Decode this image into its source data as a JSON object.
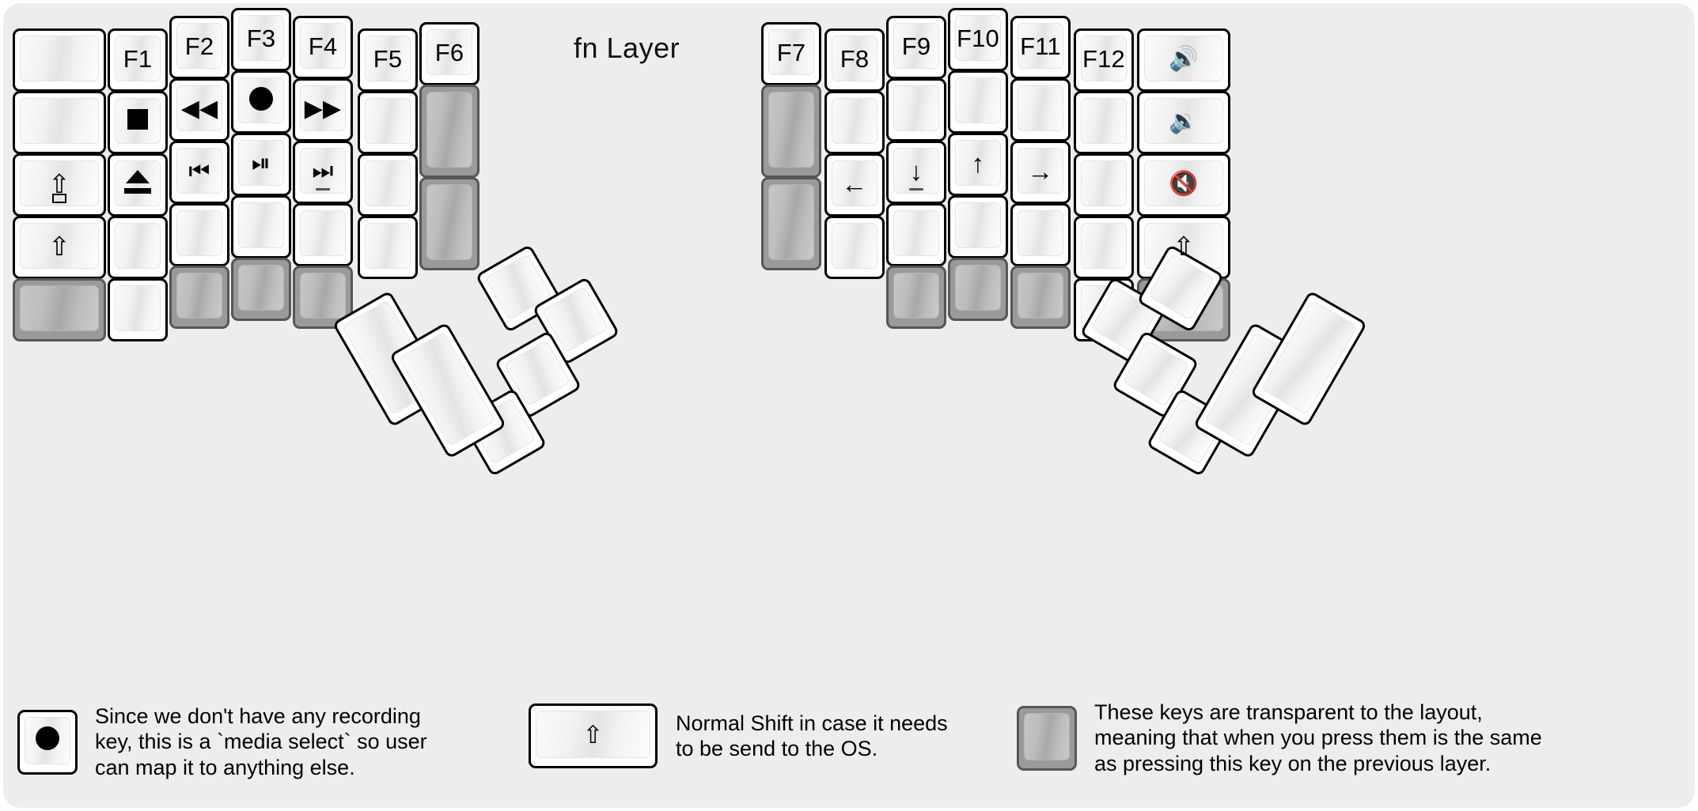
{
  "title": "fn Layer",
  "colors": {
    "plate_background": "#ededed",
    "key_border": "#000000",
    "key_face": "#ffffff",
    "transparent_key": "#9a9a9a",
    "legend_text": "#000000"
  },
  "left_half": {
    "columns": [
      {
        "name": "col-pinky-outer",
        "keys": [
          {
            "label": "",
            "icon": "",
            "transparent": false
          },
          {
            "label": "",
            "icon": "",
            "transparent": false
          },
          {
            "label": "",
            "icon": "caps-lock-shift-icon",
            "transparent": false
          },
          {
            "label": "",
            "icon": "shift-icon",
            "transparent": false
          },
          {
            "label": "",
            "icon": "",
            "transparent": true
          }
        ]
      },
      {
        "name": "col-pinky",
        "keys": [
          {
            "label": "F1",
            "icon": "",
            "transparent": false
          },
          {
            "label": "",
            "icon": "media-stop-icon",
            "transparent": false
          },
          {
            "label": "",
            "icon": "media-eject-icon",
            "transparent": false
          },
          {
            "label": "",
            "icon": "",
            "transparent": false
          },
          {
            "label": "",
            "icon": "",
            "transparent": false
          }
        ]
      },
      {
        "name": "col-ring",
        "keys": [
          {
            "label": "F2",
            "icon": "",
            "transparent": false
          },
          {
            "label": "",
            "icon": "media-rewind-icon",
            "transparent": false
          },
          {
            "label": "",
            "icon": "media-previous-icon",
            "transparent": false
          },
          {
            "label": "",
            "icon": "",
            "transparent": false
          },
          {
            "label": "",
            "icon": "",
            "transparent": true
          }
        ]
      },
      {
        "name": "col-middle",
        "keys": [
          {
            "label": "F3",
            "icon": "",
            "transparent": false
          },
          {
            "label": "",
            "icon": "media-record-icon",
            "transparent": false
          },
          {
            "label": "",
            "icon": "media-play-pause-icon",
            "transparent": false
          },
          {
            "label": "",
            "icon": "",
            "transparent": false
          },
          {
            "label": "",
            "icon": "",
            "transparent": true
          }
        ]
      },
      {
        "name": "col-index",
        "keys": [
          {
            "label": "F4",
            "icon": "",
            "transparent": false
          },
          {
            "label": "",
            "icon": "media-fast-forward-icon",
            "transparent": false
          },
          {
            "label": "",
            "icon": "media-next-icon",
            "transparent": false,
            "underline": true
          },
          {
            "label": "",
            "icon": "",
            "transparent": false
          },
          {
            "label": "",
            "icon": "",
            "transparent": true
          }
        ]
      },
      {
        "name": "col-index-inner",
        "keys": [
          {
            "label": "F5",
            "icon": "",
            "transparent": false
          },
          {
            "label": "",
            "icon": "",
            "transparent": false
          },
          {
            "label": "",
            "icon": "",
            "transparent": false
          },
          {
            "label": "",
            "icon": "",
            "transparent": false
          }
        ]
      },
      {
        "name": "col-inner",
        "keys": [
          {
            "label": "F6",
            "icon": "",
            "transparent": false
          },
          {
            "label": "",
            "icon": "",
            "transparent": true
          },
          {
            "label": "",
            "icon": "",
            "transparent": true
          }
        ]
      }
    ],
    "thumb_cluster": [
      {
        "name": "thumb-1u-top-left",
        "label": "",
        "transparent": false
      },
      {
        "name": "thumb-1u-top-right",
        "label": "",
        "transparent": false
      },
      {
        "name": "thumb-1u-mid-right",
        "label": "",
        "transparent": false
      },
      {
        "name": "thumb-1u-bottom-right",
        "label": "",
        "transparent": false
      },
      {
        "name": "thumb-2u-outer",
        "label": "",
        "transparent": false
      },
      {
        "name": "thumb-2u-inner",
        "label": "",
        "transparent": false
      }
    ]
  },
  "right_half": {
    "columns": [
      {
        "name": "col-inner",
        "keys": [
          {
            "label": "F7",
            "icon": "",
            "transparent": false
          },
          {
            "label": "",
            "icon": "",
            "transparent": true
          },
          {
            "label": "",
            "icon": "",
            "transparent": true
          }
        ]
      },
      {
        "name": "col-index-inner",
        "keys": [
          {
            "label": "F8",
            "icon": "",
            "transparent": false
          },
          {
            "label": "",
            "icon": "",
            "transparent": false
          },
          {
            "label": "",
            "icon": "arrow-left-icon",
            "transparent": false
          },
          {
            "label": "",
            "icon": "",
            "transparent": false
          }
        ]
      },
      {
        "name": "col-index",
        "keys": [
          {
            "label": "F9",
            "icon": "",
            "transparent": false
          },
          {
            "label": "",
            "icon": "",
            "transparent": false
          },
          {
            "label": "",
            "icon": "arrow-down-icon",
            "transparent": false,
            "underline": true
          },
          {
            "label": "",
            "icon": "",
            "transparent": false
          },
          {
            "label": "",
            "icon": "",
            "transparent": true
          }
        ]
      },
      {
        "name": "col-middle",
        "keys": [
          {
            "label": "F10",
            "icon": "",
            "transparent": false
          },
          {
            "label": "",
            "icon": "",
            "transparent": false
          },
          {
            "label": "",
            "icon": "arrow-up-icon",
            "transparent": false
          },
          {
            "label": "",
            "icon": "",
            "transparent": false
          },
          {
            "label": "",
            "icon": "",
            "transparent": true
          }
        ]
      },
      {
        "name": "col-ring",
        "keys": [
          {
            "label": "F11",
            "icon": "",
            "transparent": false
          },
          {
            "label": "",
            "icon": "",
            "transparent": false
          },
          {
            "label": "",
            "icon": "arrow-right-icon",
            "transparent": false
          },
          {
            "label": "",
            "icon": "",
            "transparent": false
          },
          {
            "label": "",
            "icon": "",
            "transparent": true
          }
        ]
      },
      {
        "name": "col-pinky",
        "keys": [
          {
            "label": "F12",
            "icon": "",
            "transparent": false
          },
          {
            "label": "",
            "icon": "",
            "transparent": false
          },
          {
            "label": "",
            "icon": "",
            "transparent": false
          },
          {
            "label": "",
            "icon": "",
            "transparent": false
          },
          {
            "label": "",
            "icon": "",
            "transparent": false
          }
        ]
      },
      {
        "name": "col-pinky-outer",
        "keys": [
          {
            "label": "",
            "icon": "volume-up-icon",
            "transparent": false
          },
          {
            "label": "",
            "icon": "volume-down-icon",
            "transparent": false
          },
          {
            "label": "",
            "icon": "volume-mute-icon",
            "transparent": false
          },
          {
            "label": "",
            "icon": "shift-icon",
            "transparent": false
          },
          {
            "label": "",
            "icon": "",
            "transparent": true
          }
        ]
      }
    ],
    "thumb_cluster": [
      {
        "name": "thumb-1u-top-left",
        "label": "",
        "transparent": false
      },
      {
        "name": "thumb-1u-top-right",
        "label": "",
        "transparent": false
      },
      {
        "name": "thumb-1u-mid-left",
        "label": "",
        "transparent": false
      },
      {
        "name": "thumb-1u-bottom-left",
        "label": "",
        "transparent": false
      },
      {
        "name": "thumb-2u-inner",
        "label": "",
        "transparent": false
      },
      {
        "name": "thumb-2u-outer",
        "label": "",
        "transparent": false
      }
    ]
  },
  "legend": [
    {
      "key_icon": "media-record-icon",
      "key_transparent": false,
      "text": "Since we don't have any recording\nkey, this is a `media select` so user\ncan map it to anything else."
    },
    {
      "key_icon": "shift-icon",
      "key_transparent": false,
      "text": "Normal Shift in case it needs\nto be send to the OS."
    },
    {
      "key_icon": "",
      "key_transparent": true,
      "text": "These keys are transparent to the layout,\nmeaning that when you press them is the same\nas pressing this key on the previous layer."
    }
  ]
}
